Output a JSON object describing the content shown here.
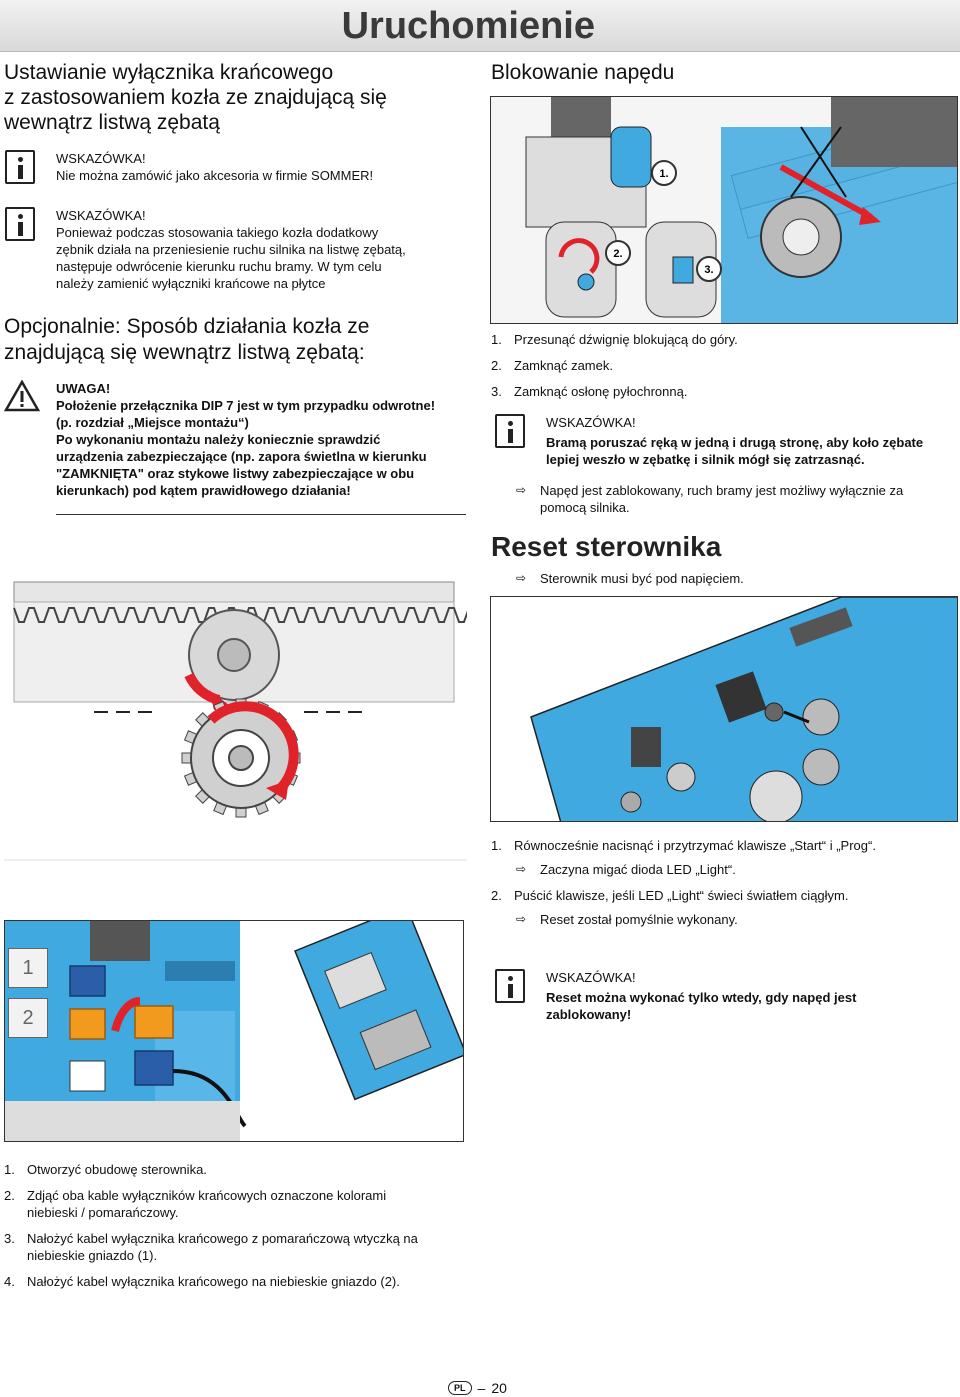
{
  "header": {
    "title": "Uruchomienie"
  },
  "left": {
    "section_title_1": "Ustawianie wyłącznika krańcowego",
    "section_title_2": "z zastosowaniem kozła ze znajdującą się",
    "section_title_3": "wewnątrz listwą zębatą",
    "note1": {
      "label": "WSKAZÓWKA!",
      "text": "Nie można zamówić jako akcesoria w firmie SOMMER!"
    },
    "note2": {
      "label": "WSKAZÓWKA!",
      "lines": [
        "Ponieważ podczas stosowania takiego kozła dodatkowy",
        "zębnik działa na przeniesienie ruchu silnika na listwę zębatą,",
        "następuje odwrócenie kierunku ruchu bramy. W tym celu",
        "należy zamienić wyłączniki krańcowe na płytce"
      ]
    },
    "optional_title_1": "Opcjonalnie: Sposób działania kozła ze",
    "optional_title_2": "znajdującą się wewnątrz listwą zębatą:",
    "warning": {
      "label": "UWAGA!",
      "lines": [
        "Położenie przełącznika DIP 7 jest w tym przypadku odwrotne!",
        "(p. rozdział „Miejsce montażu“)",
        "Po wykonaniu montażu należy koniecznie sprawdzić",
        "urządzenia zabezpieczające (np. zapora świetlna w kierunku",
        "\"ZAMKNIĘTA\" oraz stykowe listwy zabezpieczające w obu",
        "kierunkach) pod kątem prawidłowego działania!"
      ]
    },
    "figure_labels": [
      "1",
      "2"
    ],
    "steps": [
      {
        "num": "1.",
        "lines": [
          "Otworzyć obudowę sterownika."
        ]
      },
      {
        "num": "2.",
        "lines": [
          "Zdjąć oba kable wyłączników krańcowych oznaczone kolorami",
          "niebieski / pomarańczowy."
        ]
      },
      {
        "num": "3.",
        "lines": [
          "Nałożyć kabel wyłącznika krańcowego z pomarańczową wtyczką na",
          "niebieskie gniazdo (1)."
        ]
      },
      {
        "num": "4.",
        "lines": [
          "Nałożyć kabel wyłącznika krańcowego na niebieskie gniazdo (2)."
        ]
      }
    ]
  },
  "right": {
    "block_title": "Blokowanie napędu",
    "figure_callouts": [
      "1.",
      "2.",
      "3."
    ],
    "block_steps": [
      {
        "num": "1.",
        "text": "Przesunąć dźwignię blokującą do góry."
      },
      {
        "num": "2.",
        "text": "Zamknąć zamek."
      },
      {
        "num": "3.",
        "text": "Zamknąć osłonę pyłochronną."
      }
    ],
    "note3": {
      "label": "WSKAZÓWKA!",
      "lines": [
        "Bramą poruszać ręką w jedną i drugą stronę, aby koło zębate",
        "lepiej weszło w zębatkę i silnik mógł się zatrzasnąć."
      ]
    },
    "result1": [
      "Napęd jest zablokowany, ruch bramy jest możliwy wyłącznie za",
      "pomocą silnika."
    ],
    "reset_title": "Reset sterownika",
    "reset_pre": "Sterownik musi być pod napięciem.",
    "reset_step1": "Równocześnie nacisnąć i przytrzymać klawisze „Start“ i „Prog“.",
    "reset_result1": "Zaczyna migać dioda LED „Light“.",
    "reset_step2": "Puścić klawisze, jeśli LED „Light“ świeci światłem ciągłym.",
    "reset_result2": "Reset został pomyślnie wykonany.",
    "reset_num1": "1.",
    "reset_num2": "2.",
    "note4": {
      "label": "WSKAZÓWKA!",
      "lines": [
        "Reset można wykonać tylko wtedy, gdy napęd jest",
        "zablokowany!"
      ]
    }
  },
  "footer": {
    "lang": "PL",
    "page": "20"
  },
  "colors": {
    "accent_blue": "#3fa9e0",
    "accent_red": "#e0232a",
    "accent_orange": "#f29a1e",
    "text": "#111111"
  }
}
